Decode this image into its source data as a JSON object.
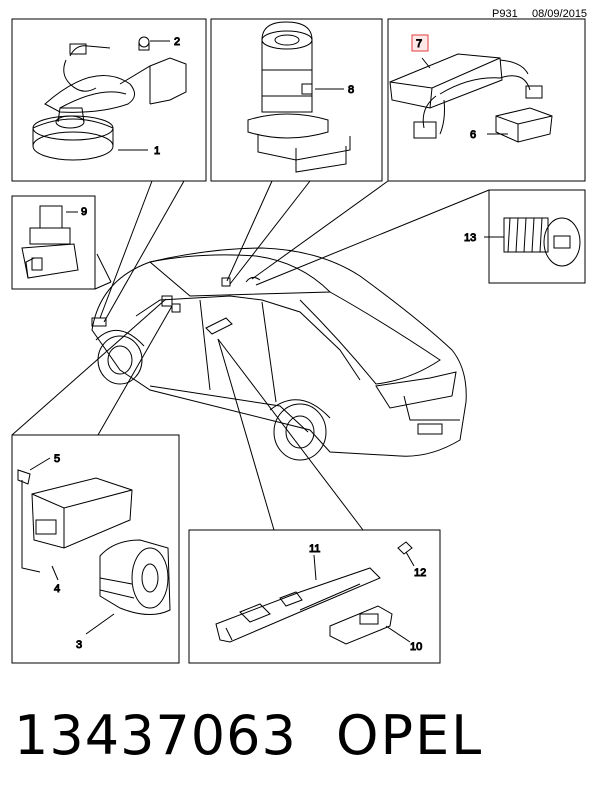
{
  "header": {
    "page_code": "P931",
    "date": "08/09/2015"
  },
  "callouts": {
    "c1": "1",
    "c2": "2",
    "c3": "3",
    "c4": "4",
    "c5": "5",
    "c6": "6",
    "c7": "7",
    "c8": "8",
    "c9": "9",
    "c10": "10",
    "c11": "11",
    "c12": "12",
    "c13": "13"
  },
  "highlight_color": "#e23b3b",
  "footer": {
    "part_number": "13437063",
    "brand": "OPEL"
  }
}
